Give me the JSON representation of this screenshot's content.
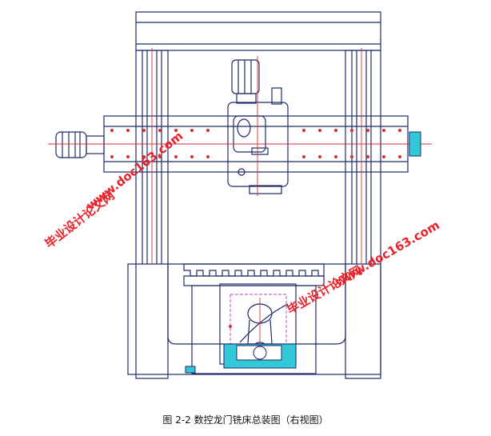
{
  "caption": "图 2-2 数控龙门铣床总装图（右视图）",
  "watermarks": {
    "url_text": "www.doc163.com",
    "cn_text": "毕业设计论文网"
  },
  "colors": {
    "line": "#1f2a6b",
    "red_line": "#d23030",
    "cyan": "#32c8d8",
    "watermark": "#e8232b"
  }
}
